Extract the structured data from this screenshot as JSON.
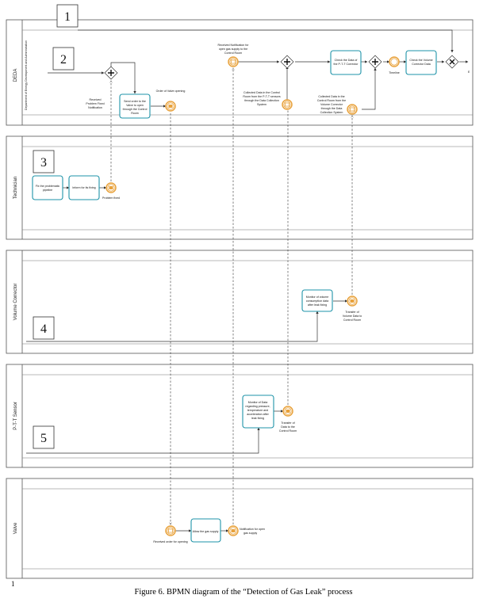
{
  "lanes": [
    {
      "id": "deda",
      "label": "DEDA",
      "sublabel": "Department of Energy Development and Administration"
    },
    {
      "id": "technician",
      "label": "Technician"
    },
    {
      "id": "volume_corrector",
      "label": "Volume Corrector"
    },
    {
      "id": "ptt_sensor",
      "label": "P-T-T Sensor"
    },
    {
      "id": "valve",
      "label": "Valve"
    }
  ],
  "markers": [
    "1",
    "2",
    "3",
    "4",
    "5"
  ],
  "tasks": {
    "send_order_valve": "Send order to the Valve to open through the Control Room",
    "check_ptt": "Check the Data of the P-T-T Corrector",
    "check_volume": "Check the Volume Corrector Data",
    "fix_pipeline": "Fix the problematic pipeline",
    "inform_fixing": "Inform for its fixing",
    "monitor_volume": "Monitor of volume consumption data after leak fixing",
    "monitor_ptt": "Monitor of Data regarding pressure, temperature and acceleration after leak fixing",
    "allow_gas": "Allow the gas supply"
  },
  "events": {
    "received_problem_fixed": "Received Problem Fixed Notification",
    "order_valve_opening": "Order of Valve opening",
    "received_notification_supply": "Received Notification for open gas supply to the Control Room",
    "collected_ptt": "Collected Data in the Control Room from the P-T-T sensors through the Data Collection System",
    "collected_volume": "Collected Data in the Control Room from the Volume Corrector through the Data Collection System",
    "timer": "Timeline",
    "end": "E",
    "problem_fixed": "Problem fixed",
    "transfer_volume": "Transfer of Volume Data to Control Room",
    "transfer_ptt": "Transfer of Data to the Control Room",
    "received_order_opening": "Received order for opening",
    "notification_open_supply": "Notification for open gas supply"
  },
  "caption": "Figure 6. BPMN diagram of the “Detection of Gas Leak” process",
  "page_number": "1",
  "colors": {
    "task_border": "#1e93a8",
    "event": "#e8a23c",
    "line": "#333333"
  }
}
